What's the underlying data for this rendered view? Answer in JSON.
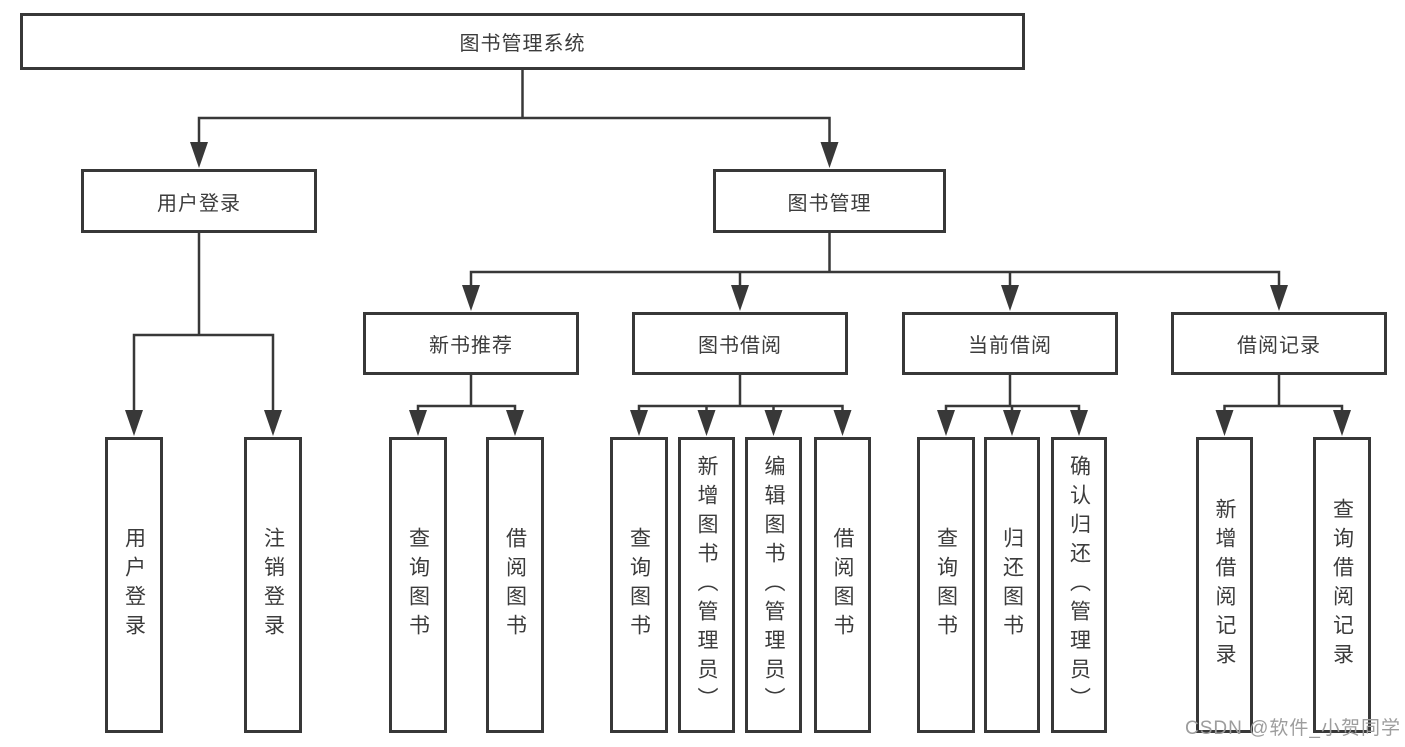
{
  "root": {
    "label": "图书管理系统"
  },
  "level2": [
    {
      "label": "用户登录"
    },
    {
      "label": "图书管理"
    }
  ],
  "level3": [
    {
      "label": "新书推荐"
    },
    {
      "label": "图书借阅"
    },
    {
      "label": "当前借阅"
    },
    {
      "label": "借阅记录"
    }
  ],
  "leaves": [
    {
      "label": "用户登录"
    },
    {
      "label": "注销登录"
    },
    {
      "label": "查询图书"
    },
    {
      "label": "借阅图书"
    },
    {
      "label": "查询图书"
    },
    {
      "label": "新增图书（管理员）"
    },
    {
      "label": "编辑图书（管理员）"
    },
    {
      "label": "借阅图书"
    },
    {
      "label": "查询图书"
    },
    {
      "label": "归还图书"
    },
    {
      "label": "确认归还（管理员）"
    },
    {
      "label": "新增借阅记录"
    },
    {
      "label": "查询借阅记录"
    }
  ],
  "watermark": "CSDN @软件_小贺同学",
  "colors": {
    "line": "#383838",
    "box_border": "#383838",
    "box_fill": "#ffffff",
    "text": "#3c3c3c",
    "watermark": "#9d9d9d",
    "background": "#ffffff"
  }
}
